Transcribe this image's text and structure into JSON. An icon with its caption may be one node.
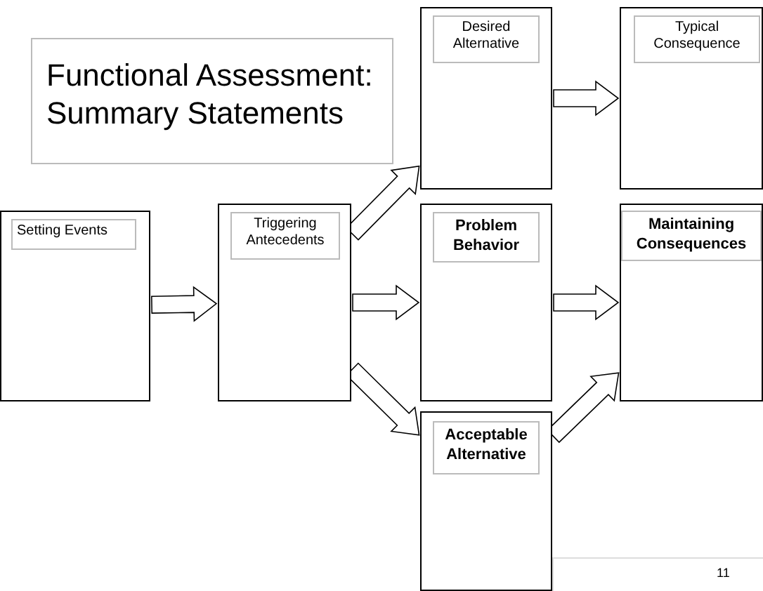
{
  "diagram": {
    "title": "Functional Assessment: Summary Statements",
    "nodes": [
      {
        "text": [
          "Setting Events"
        ]
      },
      {
        "text": [
          "Triggering Antecedents"
        ]
      },
      {
        "text": [
          "Desired Alternative"
        ]
      },
      {
        "text": [
          "Typical Consequence"
        ]
      },
      {
        "text": [
          "Problem Behavior"
        ]
      },
      {
        "text": [
          "Maintaining Consequences"
        ]
      },
      {
        "text": [
          "Acceptable Alternative"
        ]
      }
    ],
    "edges": [
      {
        "from": 0,
        "to": 1,
        "arrow": "to"
      },
      {
        "from": 1,
        "to": 2,
        "arrow": "to"
      },
      {
        "from": 1,
        "to": 4,
        "arrow": "to"
      },
      {
        "from": 1,
        "to": 6,
        "arrow": "to"
      },
      {
        "from": 2,
        "to": 3,
        "arrow": "to"
      },
      {
        "from": 4,
        "to": 5,
        "arrow": "to"
      },
      {
        "from": 6,
        "to": 5,
        "arrow": "to"
      }
    ],
    "labels": [
      "11"
    ]
  }
}
